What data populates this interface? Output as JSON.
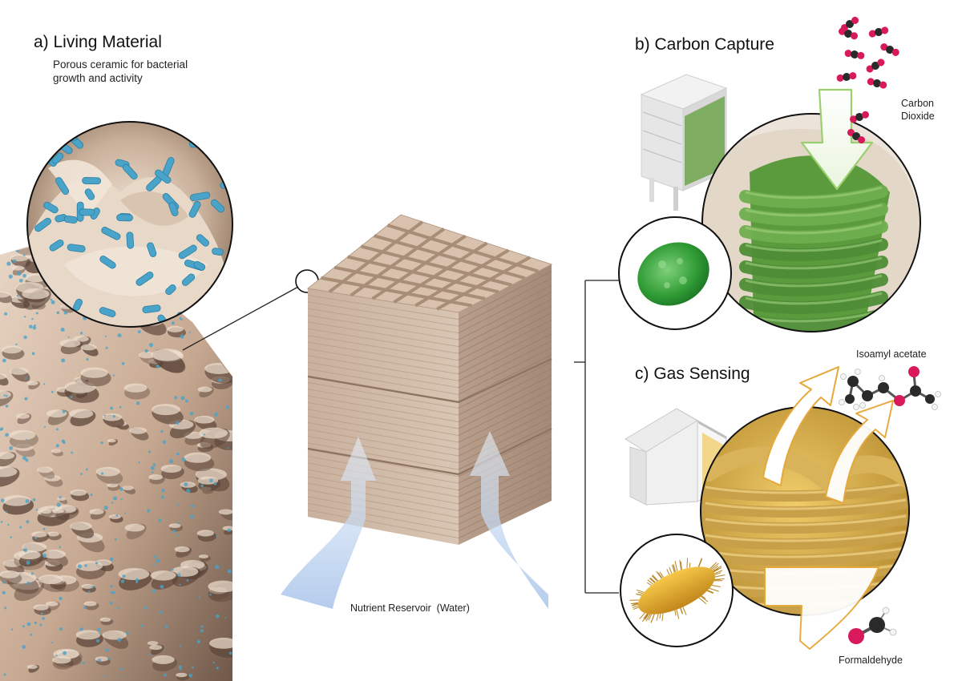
{
  "panel_a": {
    "title": "a) Living Material",
    "subtitle": "Porous ceramic for bacterial growth and activity"
  },
  "panel_b": {
    "title": "b) Carbon Capture",
    "gas_label_line1": "Carbon",
    "gas_label_line2": "Dioxide"
  },
  "panel_c": {
    "title": "c) Gas Sensing",
    "gas_out_label": "Isoamyl acetate",
    "gas_in_label": "Formaldehyde"
  },
  "center": {
    "reservoir_label": "Nutrient Reservoir  (Water)"
  },
  "colors": {
    "ceramic": "#d9c3b0",
    "ceramic_dark": "#b89c86",
    "bacteria_blue": "#4aa3c8",
    "algae_green": "#3f9a3a",
    "yeast_yellow": "#e0a524",
    "arrow_blue": "#b9d1ee",
    "arrow_green": "#9bcf6e",
    "arrow_orange": "#e6a83a",
    "molecule_red": "#d8195c",
    "molecule_black": "#2a2a2a"
  }
}
